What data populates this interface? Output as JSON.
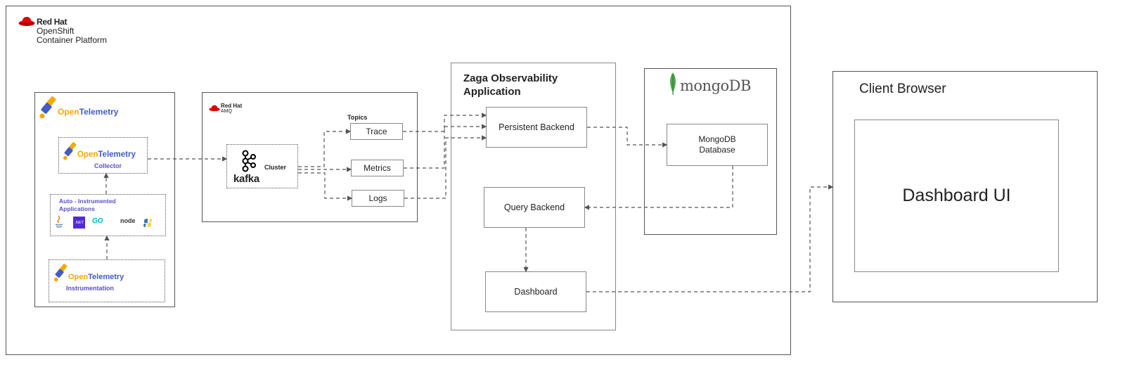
{
  "platform": {
    "brand": "Red Hat",
    "line1": "OpenShift",
    "line2": "Container Platform"
  },
  "otel_panel": {
    "logo_open": "Open",
    "logo_tel": "Telemetry",
    "collector": {
      "open": "Open",
      "tel": "Telemetry",
      "label": "Collector"
    },
    "auto": {
      "label": "Auto - Instrumented Applications",
      "icons": [
        "java-icon",
        "dotnet-icon",
        "go-icon",
        "node-icon",
        "python-icon"
      ],
      "net": ".NET",
      "go": "GO",
      "node": "node"
    },
    "instrumentation": {
      "open": "Open",
      "tel": "Telemetry",
      "label": "Instrumentation"
    }
  },
  "amq": {
    "brand": "Red Hat",
    "product": "AMQ",
    "kafka": "kafka",
    "cluster": "Cluster",
    "topics_label": "Topics",
    "topics": [
      "Trace",
      "Metrics",
      "Logs"
    ]
  },
  "zaga": {
    "title": "Zaga Observability Application",
    "persistent": "Persistent Backend",
    "query": "Query Backend",
    "dashboard": "Dashboard"
  },
  "mongo": {
    "logo": "mongoDB",
    "db": "MongoDB Database"
  },
  "client": {
    "title": "Client Browser",
    "dashboard_ui": "Dashboard UI"
  },
  "colors": {
    "redhat": "#e00000",
    "otel_orange": "#f5a800",
    "otel_blue": "#425cc7",
    "mongo_green": "#4fa94d",
    "dotnet": "#512bd4"
  }
}
